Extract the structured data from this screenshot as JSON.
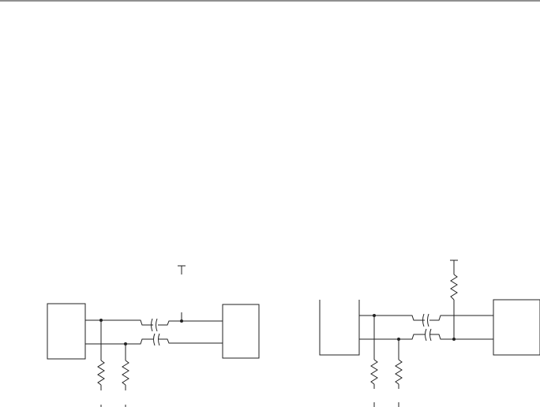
{
  "diagram": {
    "description_visible_text": [],
    "colors": {
      "ink": "#222222",
      "background": "#ffffff"
    },
    "left_circuit": {
      "devices": [
        "device-a",
        "device-b"
      ],
      "bus_lines": 2,
      "pull_down_resistors": 2,
      "pull_up_terminals": 1,
      "cable_break": true
    },
    "right_circuit": {
      "devices": [
        "device-a",
        "device-b"
      ],
      "bus_lines": 2,
      "pull_down_resistors": 2,
      "pull_up_resistors": 1,
      "cable_break": true
    }
  }
}
